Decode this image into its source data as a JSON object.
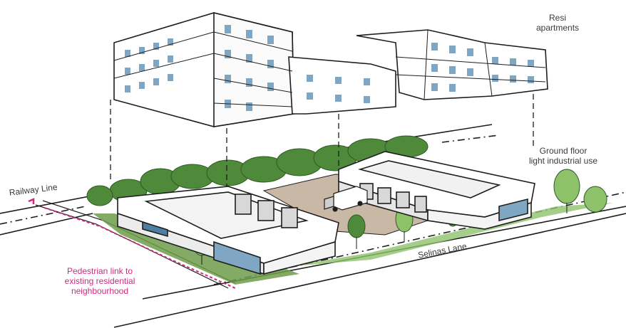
{
  "labels": {
    "resi_apartments": [
      "Resi",
      "apartments"
    ],
    "ground_floor": [
      "Ground floor",
      "light industrial use"
    ],
    "railway_line": "Railway Line",
    "selinas_lane": "Selinas Lane",
    "pedestrian_link": [
      "Pedestrian link to",
      "existing residential",
      "neighbourhood"
    ]
  },
  "colors": {
    "ink": "#1e1e1e",
    "pink": "#d0287f",
    "glass": "#7fa7c4",
    "glass_dark": "#4f7ea3",
    "tree_dark": "#4f8a3a",
    "tree_light": "#8dc26b",
    "ground": "#c9b8a6",
    "paving": "#d8cfc4"
  }
}
